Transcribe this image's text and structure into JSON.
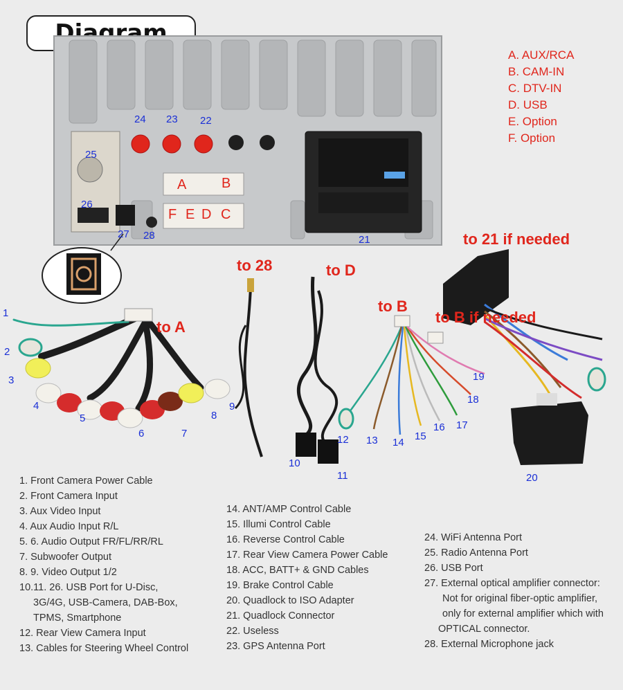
{
  "title": "Diagram",
  "legend": [
    "A. AUX/RCA",
    "B. CAM-IN",
    "C. DTV-IN",
    "D. USB",
    "E. Option",
    "F. Option"
  ],
  "port_letters": [
    "A",
    "B",
    "F",
    "E",
    "D",
    "C"
  ],
  "numbers": [
    "1",
    "2",
    "3",
    "4",
    "5",
    "6",
    "7",
    "8",
    "9",
    "10",
    "11",
    "12",
    "13",
    "14",
    "15",
    "16",
    "17",
    "18",
    "19",
    "20",
    "21",
    "22",
    "23",
    "24",
    "25",
    "26",
    "27",
    "28"
  ],
  "callouts": {
    "to_a": "to A",
    "to_28": "to 28",
    "to_d": "to D",
    "to_b": "to B",
    "to_21": "to 21 if needed",
    "to_b_if": "to B if needed"
  },
  "notes_col1": [
    "1. Front Camera Power Cable",
    "2. Front Camera Input",
    "3. Aux Video Input",
    "4. Aux Audio Input R/L",
    "5. 6. Audio Output FR/FL/RR/RL",
    "7. Subwoofer Output",
    "8. 9. Video Output 1/2",
    "10.11. 26. USB Port for U-Disc,",
    "3G/4G, USB-Camera, DAB-Box,",
    "TPMS, Smartphone",
    "12. Rear View Camera Input",
    "13. Cables for Steering Wheel Control"
  ],
  "notes_col2": [
    "14. ANT/AMP Control Cable",
    "15. Illumi Control Cable",
    "16. Reverse Control Cable",
    "17. Rear View Camera Power Cable",
    "18. ACC, BATT+ & GND Cables",
    "19. Brake Control Cable",
    "20. Quadlock to ISO Adapter",
    "21. Quadlock Connector",
    "22. Useless",
    "23. GPS Antenna Port"
  ],
  "notes_col3": [
    "24. WiFi Antenna Port",
    "25. Radio Antenna Port",
    "26. USB Port",
    "27. External optical amplifier connector:",
    "Not for original fiber-optic amplifier,",
    "only for external amplifier which with",
    "OPTICAL connector.",
    "28. External Microphone jack"
  ],
  "colors": {
    "accent_red": "#e0261c",
    "number_blue": "#1a2fd6",
    "panel": "#c9cbcd"
  }
}
